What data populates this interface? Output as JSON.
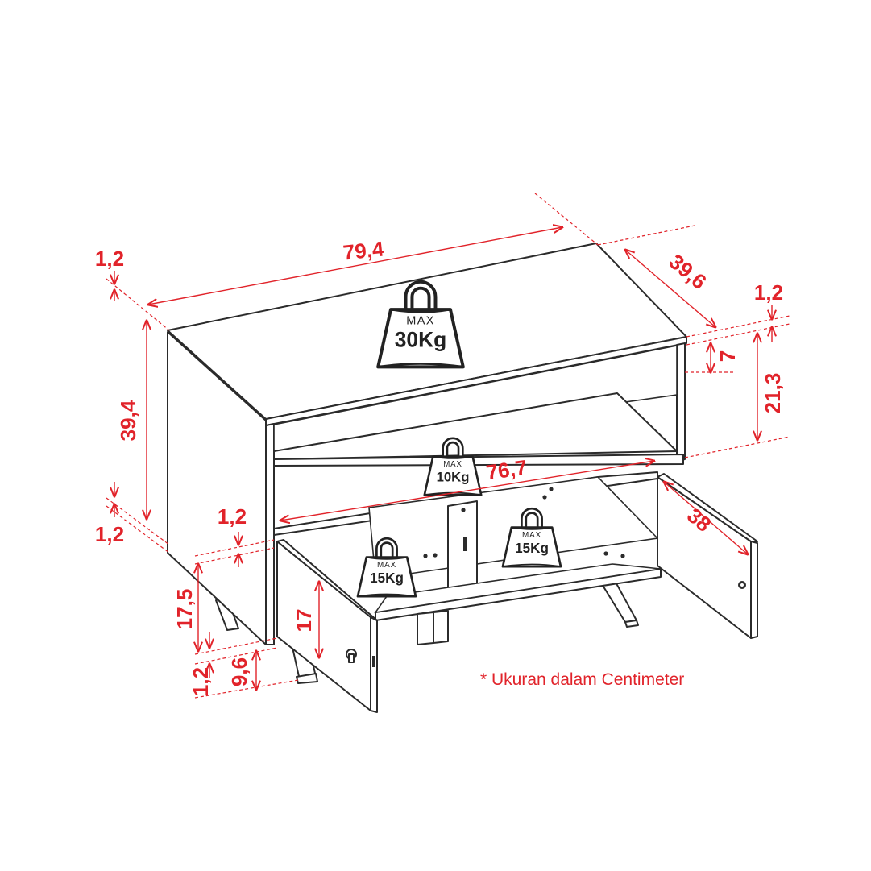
{
  "dimensions": {
    "total_width": "79,4",
    "depth": "39,6",
    "total_height": "39,4",
    "inner_width": "76,7",
    "door_width": "38",
    "top_thickness_left": "1,2",
    "top_thickness_right": "1,2",
    "side_thickness_bottom": "1,2",
    "shelf_thickness": "1,2",
    "bottom_thickness": "1,2",
    "front_gap": "7",
    "upper_compartment_height": "21,3",
    "lower_compartment_height": "17,5",
    "door_height": "17",
    "leg_height": "9,6"
  },
  "weights": {
    "top": {
      "max": "MAX",
      "value": "30Kg"
    },
    "shelf": {
      "max": "MAX",
      "value": "10Kg"
    },
    "left_cabinet": {
      "max": "MAX",
      "value": "15Kg"
    },
    "right_cabinet": {
      "max": "MAX",
      "value": "15Kg"
    }
  },
  "note": "* Ukuran dalam Centimeter",
  "colors": {
    "dimension": "#e1232a",
    "outline": "#2b2b2b"
  }
}
